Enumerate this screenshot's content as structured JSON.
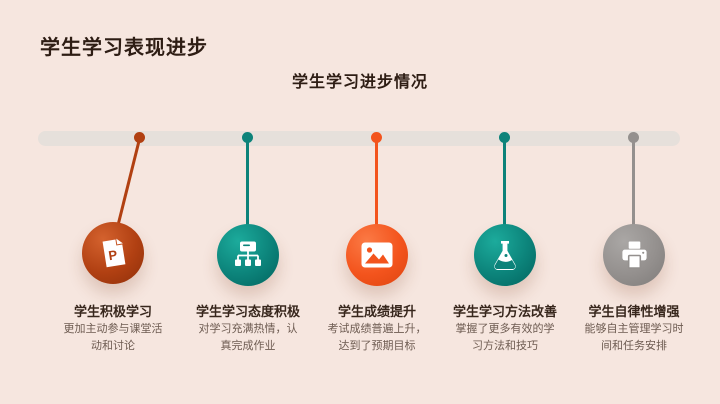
{
  "page": {
    "title": "学生学习表现进步",
    "subtitle": "学生学习进步情况",
    "background_color": "#f6e6df",
    "text_color": "#2e1d14"
  },
  "timeline": {
    "bar_color": "#e6e0db",
    "items": [
      {
        "label": "学生积极学习",
        "desc": "更加主动参与课堂活动和讨论",
        "icon": "document-p-icon",
        "icon_letter": "P",
        "color_light": "#d4622e",
        "color": "#b14012",
        "color_dark": "#8e2f0a"
      },
      {
        "label": "学生学习态度积极",
        "desc": "对学习充满热情，认真完成作业",
        "icon": "sitemap-icon",
        "color_light": "#1cab9c",
        "color": "#0c837a",
        "color_dark": "#02635e"
      },
      {
        "label": "学生成绩提升",
        "desc": "考试成绩普遍上升，达到了预期目标",
        "icon": "image-icon",
        "color_light": "#fb7a45",
        "color": "#f3541d",
        "color_dark": "#dd4410"
      },
      {
        "label": "学生学习方法改善",
        "desc": "掌握了更多有效的学习方法和技巧",
        "icon": "flask-icon",
        "color_light": "#1cab9c",
        "color": "#0c837a",
        "color_dark": "#02635e"
      },
      {
        "label": "学生自律性增强",
        "desc": "能够自主管理学习时间和任务安排",
        "icon": "printer-icon",
        "color_light": "#aaa7a5",
        "color": "#94908e",
        "color_dark": "#7e7b79"
      }
    ]
  }
}
